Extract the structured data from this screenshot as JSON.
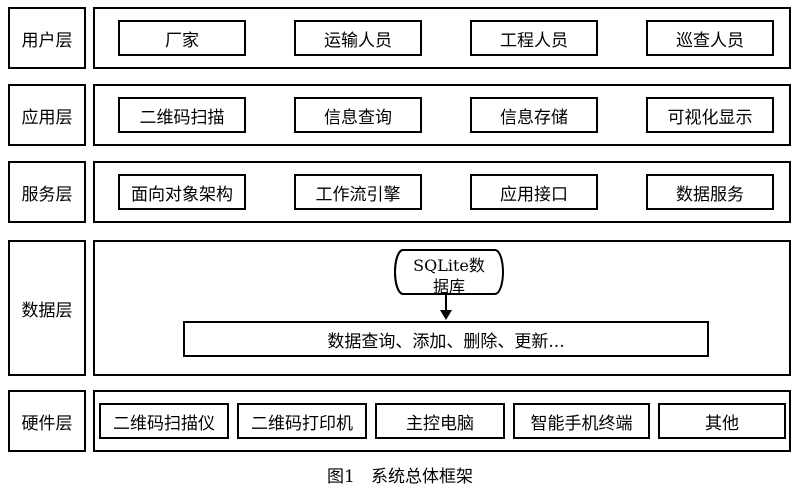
{
  "layers": [
    {
      "label": "用户层",
      "items": [
        "厂家",
        "运输人员",
        "工程人员",
        "巡查人员"
      ]
    },
    {
      "label": "应用层",
      "items": [
        "二维码扫描",
        "信息查询",
        "信息存储",
        "可视化显示"
      ]
    },
    {
      "label": "服务层",
      "items": [
        "面向对象架构",
        "工作流引擎",
        "应用接口",
        "数据服务"
      ]
    },
    {
      "label": "数据层",
      "db": {
        "line1": "SQLite数",
        "line2": "据库"
      },
      "ops": "数据查询、添加、删除、更新..."
    },
    {
      "label": "硬件层",
      "items": [
        "二维码扫描仪",
        "二维码打印机",
        "主控电脑",
        "智能手机终端",
        "其他"
      ]
    }
  ],
  "caption": "图1   系统总体框架"
}
